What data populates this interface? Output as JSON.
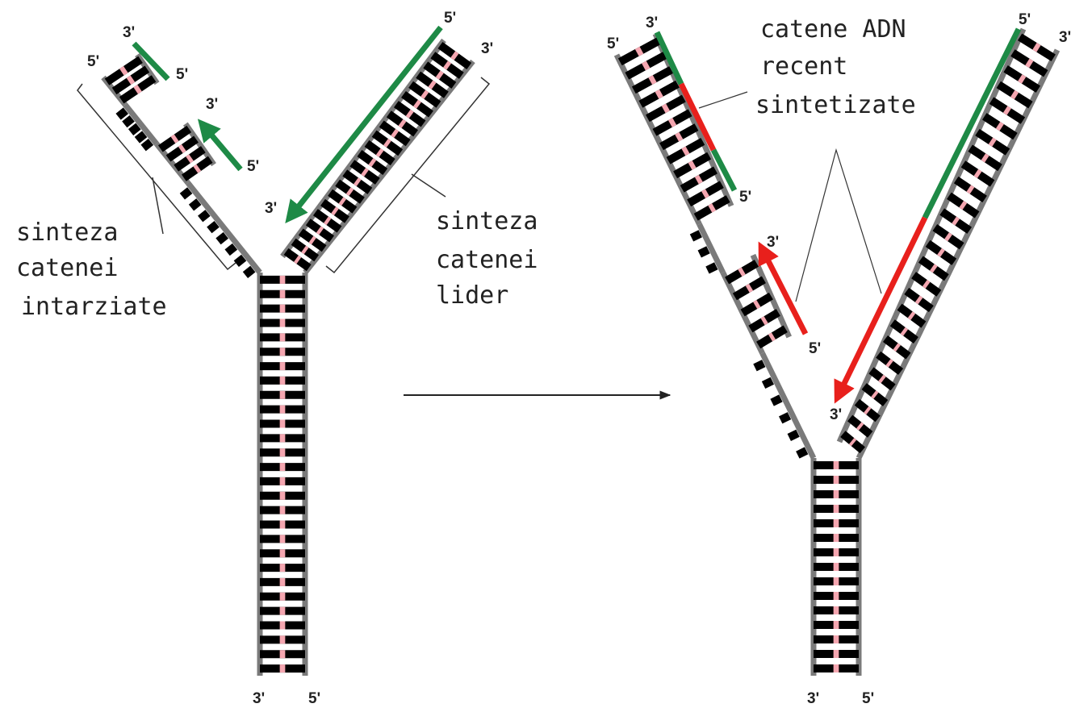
{
  "colors": {
    "backbone": "#7a7a7a",
    "base": "#000000",
    "pair": "#f4a6b0",
    "old_strand": "#1e8a46",
    "new_strand": "#e8201c",
    "text": "#222222"
  },
  "left_fork": {
    "captions": {
      "lagging_1": "sinteza",
      "lagging_2": "catenei",
      "lagging_3": "intarziate",
      "leading_1": "sinteza",
      "leading_2": "catenei",
      "leading_3": "lider"
    },
    "end_labels": {
      "stem_left": "3'",
      "stem_right": "5'",
      "left_arm_end": "5'",
      "okazaki1_3": "3'",
      "okazaki1_5": "5'",
      "okazaki2_3": "3'",
      "okazaki2_5": "5'",
      "leading_5": "5'",
      "leading_3": "3'",
      "right_arm_end": "3'"
    }
  },
  "right_fork": {
    "captions": {
      "new_1": "catene ADN",
      "new_2": "recent",
      "new_3": "sintetizate"
    },
    "end_labels": {
      "stem_left": "3'",
      "stem_right": "5'",
      "left_arm_end": "5'",
      "okazaki1_3": "3'",
      "okazaki1_5": "5'",
      "okazaki2_3": "3'",
      "okazaki2_5": "5'",
      "leading_5": "5'",
      "leading_3": "3'",
      "right_arm_end": "3'"
    }
  }
}
